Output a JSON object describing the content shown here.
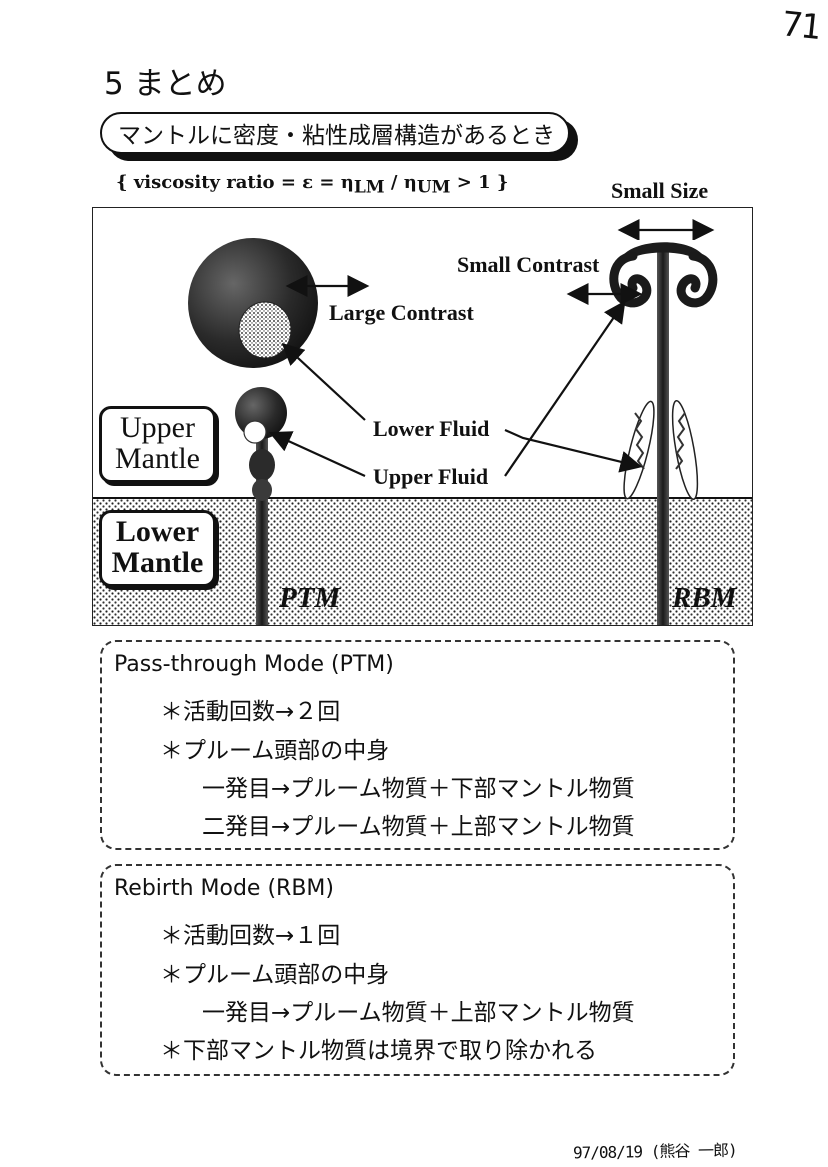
{
  "page": {
    "number": "71",
    "section_title": "5 まとめ",
    "subtitle": "マントルに密度・粘性成層構造があるとき",
    "viscosity": {
      "lead": "{ viscosity ratio = ε = η",
      "sub1": "LM",
      "mid": " / η",
      "sub2": "UM",
      "tail": " > 1 }"
    },
    "footer": "97/08/19 (熊谷 一郎)"
  },
  "figure": {
    "small_size": "Small Size",
    "small_contrast": "Small Contrast",
    "large_contrast": "Large Contrast",
    "lower_fluid": "Lower Fluid",
    "upper_fluid": "Upper Fluid",
    "upper_mantle": [
      "Upper",
      "Mantle"
    ],
    "lower_mantle": [
      "Lower",
      "Mantle"
    ],
    "ptm": "PTM",
    "rbm": "RBM"
  },
  "modes": [
    {
      "title": "Pass-through Mode (PTM)",
      "lines": [
        "＊活動回数→２回",
        "＊プルーム頭部の中身",
        "一発目→プルーム物質＋下部マントル物質",
        "二発目→プルーム物質＋上部マントル物質"
      ]
    },
    {
      "title": "Rebirth Mode (RBM)",
      "lines": [
        "＊活動回数→１回",
        "＊プルーム頭部の中身",
        "一発目→プルーム物質＋上部マントル物質",
        "＊下部マントル物質は境界で取り除かれる"
      ]
    }
  ]
}
